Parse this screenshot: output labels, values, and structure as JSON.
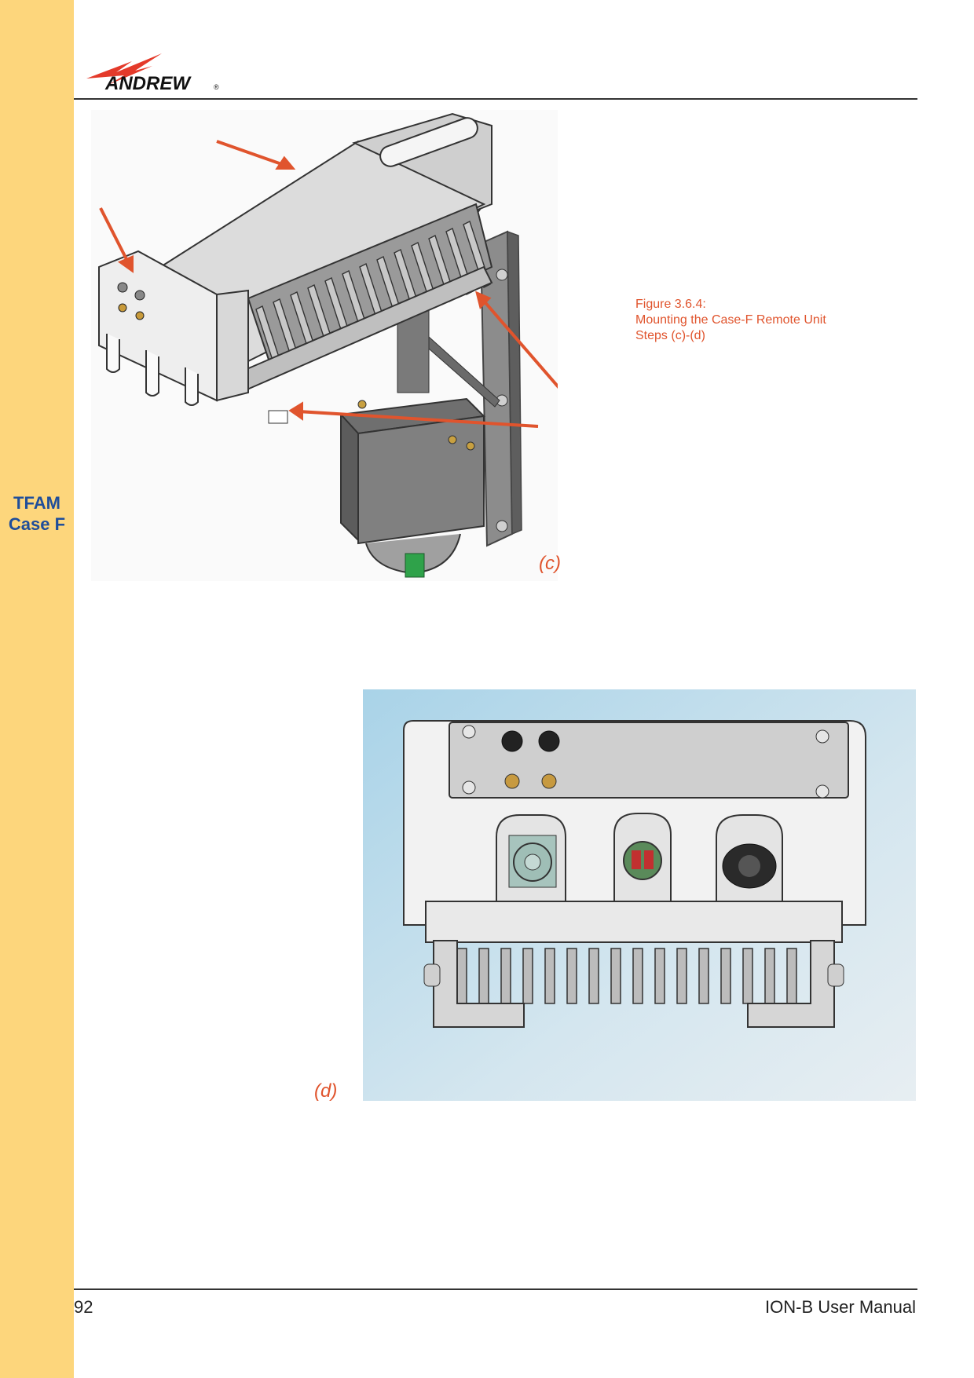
{
  "sidebar": {
    "section_line1": "TFAM",
    "section_line2": "Case F"
  },
  "header": {
    "logo_text": "ANDREW",
    "logo_registered": "®"
  },
  "figure": {
    "caption_line1": "Figure 3.6.4:",
    "caption_line2": "Mounting the Case-F Remote Unit",
    "caption_line3": "Steps (c)-(d)",
    "label_c": "(c)",
    "label_d": "(d)"
  },
  "footer": {
    "page_number": "92",
    "manual_title": "ION-B User Manual"
  },
  "colors": {
    "sidebar": "#fdd67c",
    "accent": "#e0542d",
    "section_text": "#1f4e9a"
  }
}
